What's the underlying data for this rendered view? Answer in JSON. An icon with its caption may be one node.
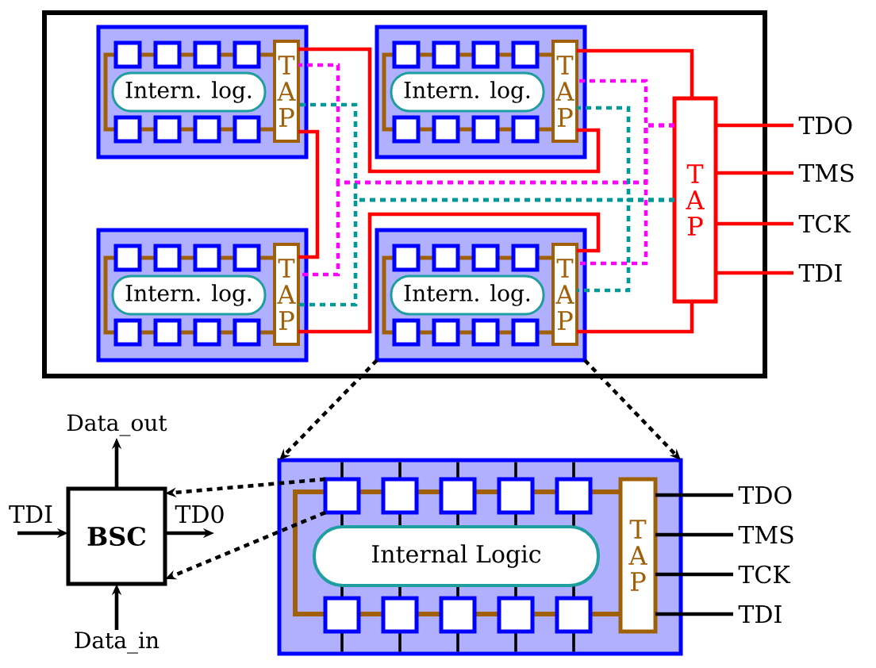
{
  "diagram": {
    "nodes": [
      {
        "text": [],
        "shape": "box"
      },
      {
        "text": [],
        "shape": "box",
        "in": 0
      },
      {
        "text": [
          "Intern. log."
        ],
        "in": 1
      },
      {
        "text": [
          "T A P"
        ],
        "in": 1
      },
      {
        "text": [],
        "shape": "box",
        "in": 0
      },
      {
        "text": [
          "Intern. log."
        ],
        "in": 4
      },
      {
        "text": [
          "T A P"
        ],
        "in": 4
      },
      {
        "text": [],
        "shape": "box",
        "in": 0
      },
      {
        "text": [
          "Intern. log."
        ],
        "in": 7
      },
      {
        "text": [
          "T A P"
        ],
        "in": 7
      },
      {
        "text": [],
        "shape": "box",
        "in": 0
      },
      {
        "text": [
          "Intern. log."
        ],
        "in": 10
      },
      {
        "text": [
          "T A P"
        ],
        "in": 10
      },
      {
        "text": [
          "T A P"
        ],
        "in": 0
      },
      {
        "text": [
          "TDO"
        ]
      },
      {
        "text": [
          "TMS"
        ]
      },
      {
        "text": [
          "TCK"
        ]
      },
      {
        "text": [
          "TDI"
        ]
      },
      {
        "text": [
          "Data_out"
        ]
      },
      {
        "text": [
          "TDI"
        ]
      },
      {
        "text": [
          "BSC"
        ]
      },
      {
        "text": [
          "TD0"
        ]
      },
      {
        "text": [
          "Data_in"
        ]
      },
      {
        "text": [],
        "shape": "box"
      },
      {
        "text": [],
        "shape": "box",
        "in": 23
      },
      {
        "text": [
          "Internal Logic"
        ],
        "in": 23
      },
      {
        "text": [
          "T A P"
        ],
        "in": 23
      },
      {
        "text": [
          "TDO"
        ]
      },
      {
        "text": [
          "TMS"
        ]
      },
      {
        "text": [
          "TCK"
        ]
      },
      {
        "text": [
          "TDI"
        ]
      }
    ],
    "edges": [
      {
        "from": 13,
        "to": 14,
        "arrow": "none",
        "color": "#ff0000"
      },
      {
        "from": 13,
        "to": 15,
        "arrow": "none",
        "color": "#ff0000"
      },
      {
        "from": 13,
        "to": 16,
        "arrow": "none",
        "color": "#ff0000"
      },
      {
        "from": 13,
        "to": 17,
        "arrow": "none",
        "color": "#ff0000"
      },
      {
        "from": 13,
        "to": 12,
        "arrow": "none",
        "color": "#ff0000"
      },
      {
        "from": 12,
        "to": 9,
        "arrow": "none",
        "color": "#ff0000"
      },
      {
        "from": 9,
        "to": 3,
        "arrow": "none",
        "color": "#ff0000"
      },
      {
        "from": 3,
        "to": 6,
        "arrow": "none",
        "color": "#ff0000"
      },
      {
        "from": 6,
        "to": 13,
        "arrow": "none",
        "color": "#ff0000"
      },
      {
        "from": 13,
        "to": 3,
        "arrow": "none",
        "style": "dashed",
        "color": "#ff00ff"
      },
      {
        "from": 13,
        "to": 6,
        "arrow": "none",
        "style": "dashed",
        "color": "#ff00ff"
      },
      {
        "from": 13,
        "to": 9,
        "arrow": "none",
        "style": "dashed",
        "color": "#ff00ff"
      },
      {
        "from": 13,
        "to": 12,
        "arrow": "none",
        "style": "dashed",
        "color": "#ff00ff"
      },
      {
        "from": 13,
        "to": 3,
        "arrow": "none",
        "style": "dashed",
        "color": "#009999"
      },
      {
        "from": 13,
        "to": 6,
        "arrow": "none",
        "style": "dashed",
        "color": "#009999"
      },
      {
        "from": 13,
        "to": 9,
        "arrow": "none",
        "style": "dashed",
        "color": "#009999"
      },
      {
        "from": 13,
        "to": 12,
        "arrow": "none",
        "style": "dashed",
        "color": "#009999"
      },
      {
        "from": 10,
        "to": 23,
        "arrow": "to",
        "style": "dashed"
      },
      {
        "from": 10,
        "to": 23,
        "arrow": "to",
        "style": "dashed"
      },
      {
        "from": 24,
        "to": 20,
        "arrow": "to",
        "style": "dashed"
      },
      {
        "from": 24,
        "to": 20,
        "arrow": "to",
        "style": "dashed"
      },
      {
        "from": 19,
        "to": 20,
        "arrow": "to"
      },
      {
        "from": 20,
        "to": 21,
        "arrow": "to"
      },
      {
        "from": 20,
        "to": 18,
        "arrow": "to"
      },
      {
        "from": 22,
        "to": 20,
        "arrow": "to"
      },
      {
        "from": 26,
        "to": 27,
        "arrow": "none"
      },
      {
        "from": 26,
        "to": 28,
        "arrow": "none"
      },
      {
        "from": 26,
        "to": 29,
        "arrow": "none"
      },
      {
        "from": 26,
        "to": 30,
        "arrow": "none"
      }
    ]
  }
}
